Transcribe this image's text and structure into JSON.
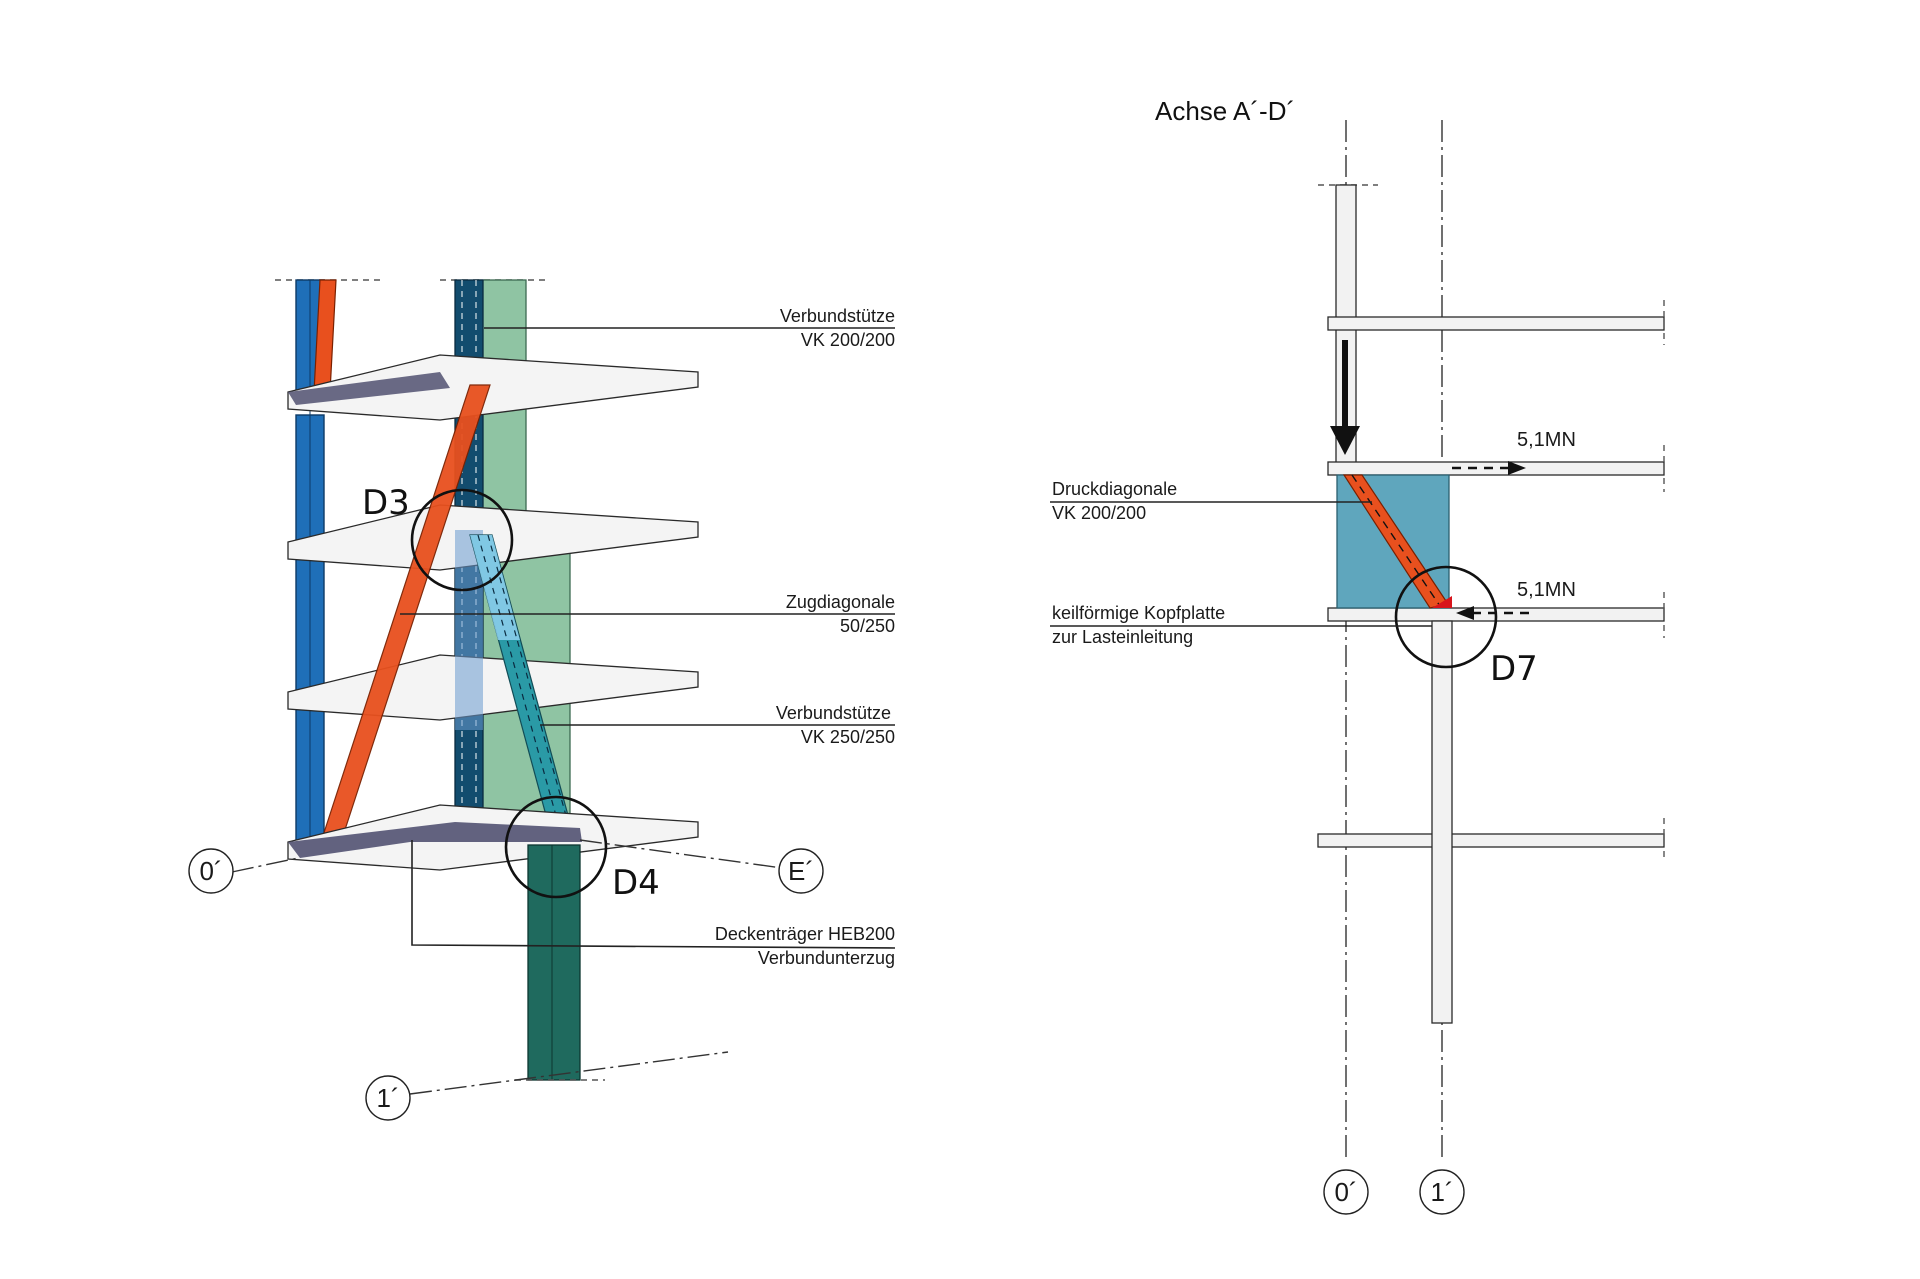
{
  "left_view": {
    "labels": {
      "verbundstuetze_1_name": "Verbundstütze",
      "verbundstuetze_1_spec": "VK 200/200",
      "zugdiagonale_name": "Zugdiagonale",
      "zugdiagonale_spec": "50/250",
      "verbundstuetze_2_name": "Verbundstütze",
      "verbundstuetze_2_spec": "VK 250/250",
      "decke_name": "Deckenträger HEB200",
      "decke_spec": "Verbundunterzug"
    },
    "details": {
      "d3": "D3",
      "d4": "D4"
    },
    "axes": {
      "a0": "0´",
      "e": "E´",
      "a1": "1´"
    }
  },
  "right_view": {
    "title": "Achse A´-D´",
    "labels": {
      "druck_name": "Druckdiagonale",
      "druck_spec": "VK 200/200",
      "kopf_name": "keilförmige Kopfplatte",
      "kopf_spec": "zur Lasteinleitung"
    },
    "forces": {
      "upper": "5,1MN",
      "lower": "5,1MN"
    },
    "details": {
      "d7": "D7"
    },
    "axes": {
      "a0": "0´",
      "a1": "1´"
    }
  },
  "colors": {
    "column_blue": "#1f6fb8",
    "diagonal_orange": "#e8501e",
    "column_navy": "#124c6e",
    "column_green": "#8fc4a3",
    "tension_teal": "#2a9aa6",
    "tension_light": "#8fd0ee",
    "column_darkgreen": "#1f6a5e",
    "beam_purple": "#5a5a78",
    "panel_blue": "#5fa6bd",
    "kopfplatte_red": "#d8141b"
  }
}
